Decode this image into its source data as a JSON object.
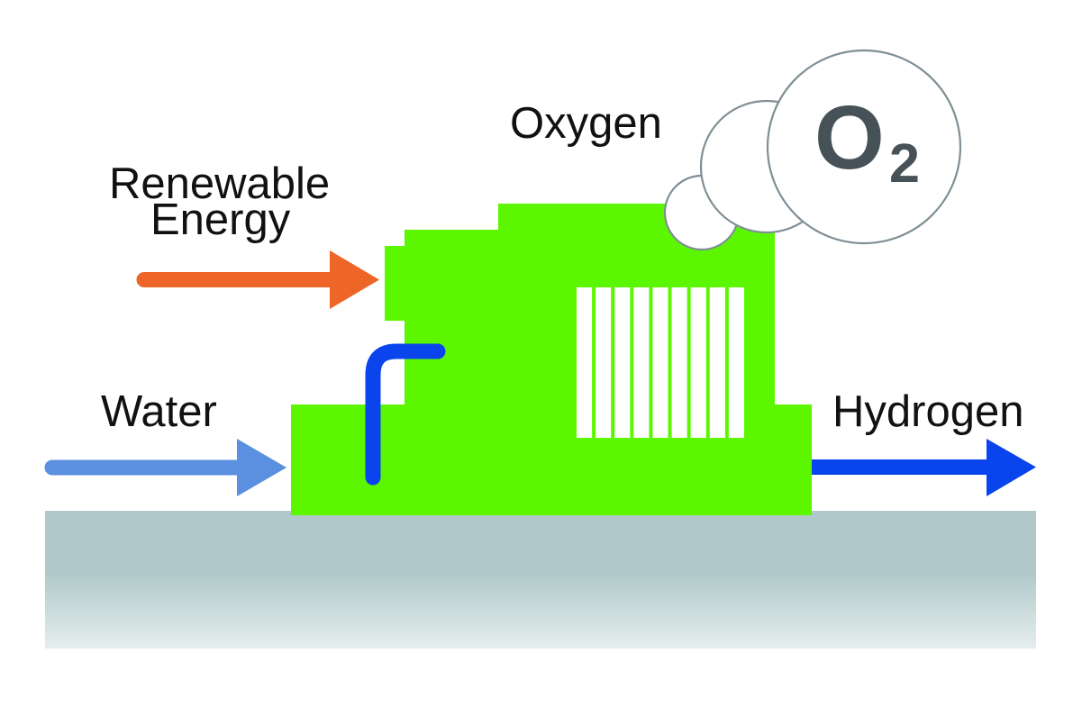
{
  "diagram": {
    "title": "Water electrolysis powered by renewable energy",
    "labels": {
      "renewable_line1": "Renewable",
      "renewable_line2": "Energy",
      "oxygen": "Oxygen",
      "water": "Water",
      "hydrogen": "Hydrogen"
    },
    "o2_symbol": {
      "element": "O",
      "subscript": "2"
    },
    "inputs": [
      "Water",
      "Renewable Energy"
    ],
    "outputs": [
      "Hydrogen",
      "Oxygen"
    ],
    "electrolyzer_cell_count": 9,
    "colors": {
      "electrolyzer": "#5cf700",
      "renewable_arrow": "#ed6527",
      "water_arrow": "#5b8fe0",
      "hydrogen_arrow": "#0a44ec",
      "water_pipe": "#0a44ec",
      "bubble_stroke": "#7f8f95",
      "o2_text": "#465257",
      "ground_top": "#b0c8c9",
      "ground_bottom": "#e6eeee",
      "label_text": "#111111"
    }
  }
}
